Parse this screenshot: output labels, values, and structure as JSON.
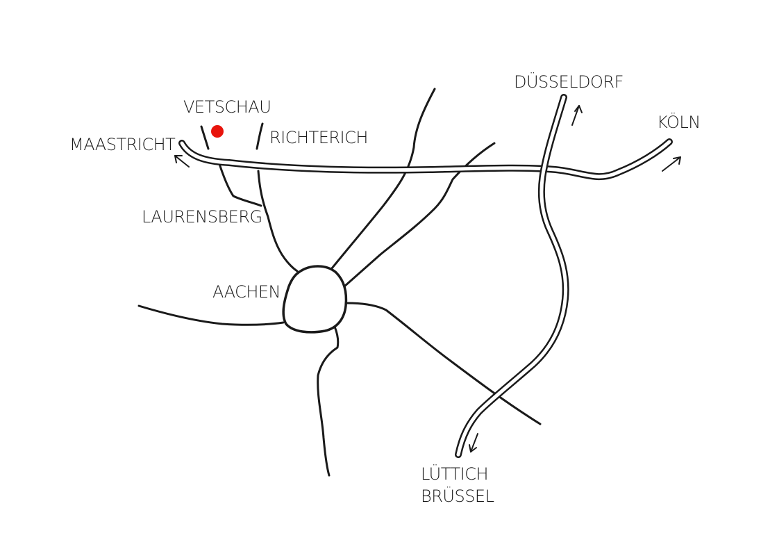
{
  "map": {
    "places": {
      "vetschau": "VETSCHAU",
      "maastricht": "MAASTRICHT",
      "richterich": "RICHTERICH",
      "laurensberg": "LAURENSBERG",
      "aachen": "AACHEN",
      "duesseldorf": "DÜSSELDORF",
      "koeln": "KÖLN",
      "luettich": "LÜTTICH",
      "bruessel": "BRÜSSEL"
    },
    "marker": {
      "place": "VETSCHAU",
      "color": "#e8140c"
    },
    "colors": {
      "ink": "#1a1a1a",
      "paper": "#ffffff"
    }
  }
}
